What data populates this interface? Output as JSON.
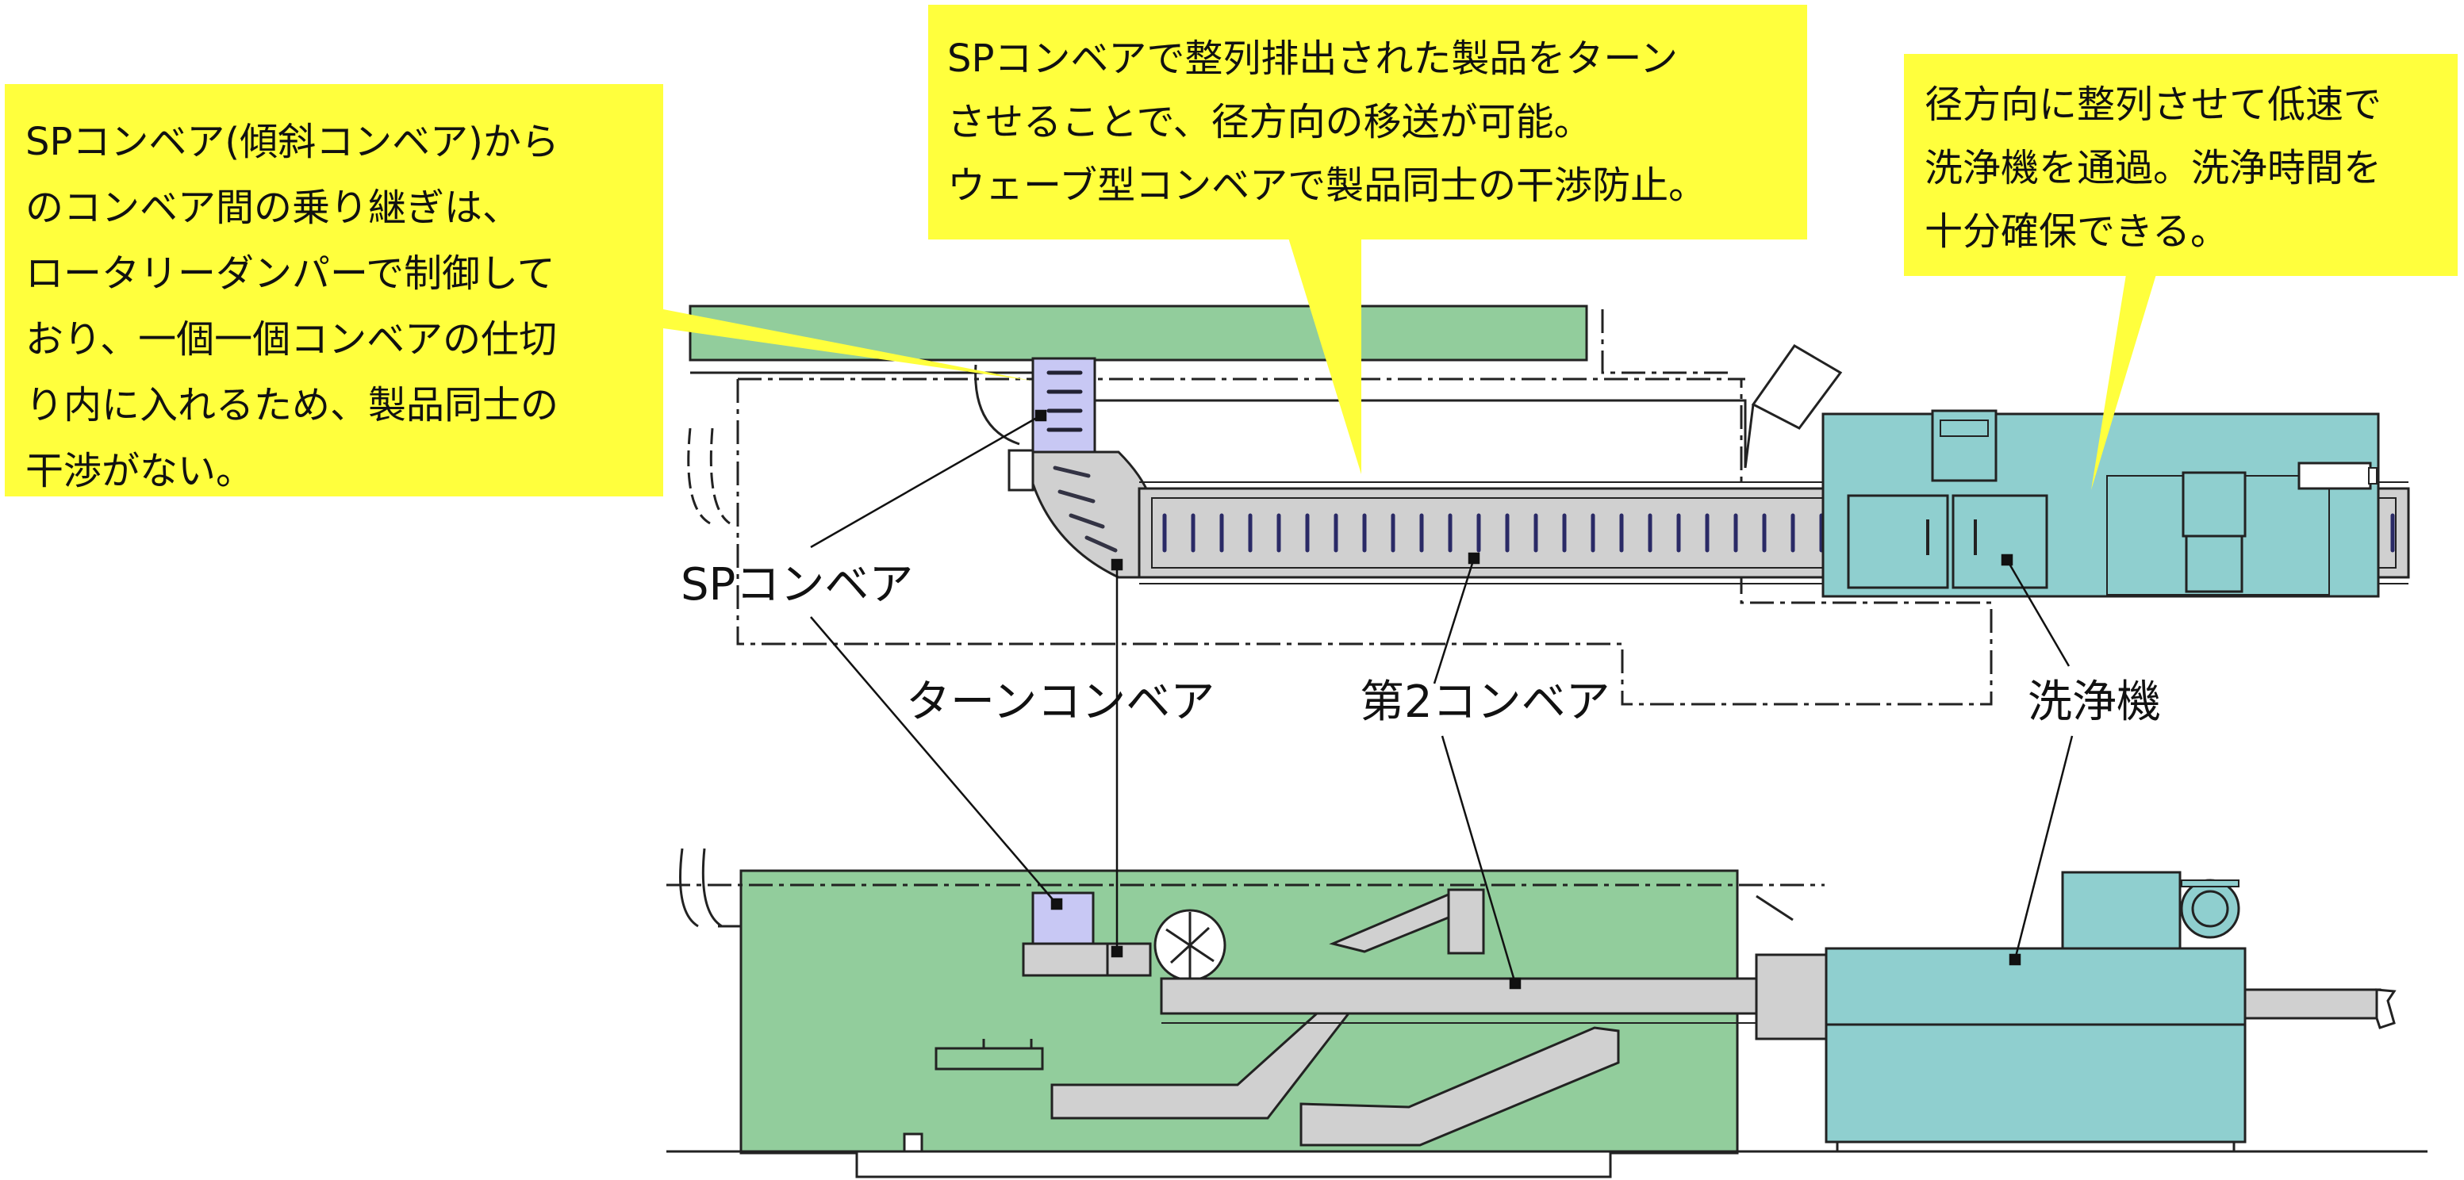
{
  "callouts": {
    "left": {
      "lines": [
        "SPコンベア(傾斜コンベア)から",
        "のコンベア間の乗り継ぎは、",
        "ロータリーダンパーで制御して",
        "おり、一個一個コンベアの仕切",
        "り内に入れるため、製品同士の",
        "干渉がない。"
      ]
    },
    "center": {
      "lines": [
        "SPコンベアで整列排出された製品をターン",
        "させることで、径方向の移送が可能。",
        "ウェーブ型コンベアで製品同士の干渉防止。"
      ]
    },
    "right": {
      "lines": [
        "径方向に整列させて低速で",
        "洗浄機を通過。洗浄時間を",
        "十分確保できる。"
      ]
    }
  },
  "labels": {
    "sp_conveyor": "SPコンベア",
    "turn_conveyor": "ターンコンベア",
    "second_conveyor": "第2コンベア",
    "washer": "洗浄機"
  },
  "colors": {
    "callout_bg": "#ffff3d",
    "equipment_green": "#92cd9c",
    "washer_teal": "#8fcfcf",
    "conveyor_gray": "#d0d0d0",
    "sp_lavender": "#c8c8f4"
  }
}
